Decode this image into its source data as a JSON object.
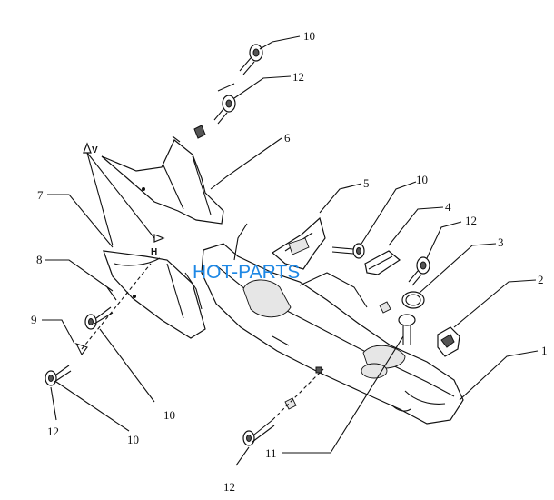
{
  "watermark": "HOT-PARTS",
  "callouts": [
    {
      "id": "c10a",
      "text": "10"
    },
    {
      "id": "c12a",
      "text": "12"
    },
    {
      "id": "c6",
      "text": "6"
    },
    {
      "id": "c7",
      "text": "7"
    },
    {
      "id": "c5",
      "text": "5"
    },
    {
      "id": "c10b",
      "text": "10"
    },
    {
      "id": "c4",
      "text": "4"
    },
    {
      "id": "c12b",
      "text": "12"
    },
    {
      "id": "c3",
      "text": "3"
    },
    {
      "id": "c2",
      "text": "2"
    },
    {
      "id": "c8",
      "text": "8"
    },
    {
      "id": "c9",
      "text": "9"
    },
    {
      "id": "c1",
      "text": "1"
    },
    {
      "id": "c10c",
      "text": "10"
    },
    {
      "id": "c12c",
      "text": "12"
    },
    {
      "id": "c10d",
      "text": "10"
    },
    {
      "id": "c11",
      "text": "11"
    },
    {
      "id": "c12d",
      "text": "12"
    }
  ],
  "markers": {
    "v": "V",
    "h": "H"
  }
}
